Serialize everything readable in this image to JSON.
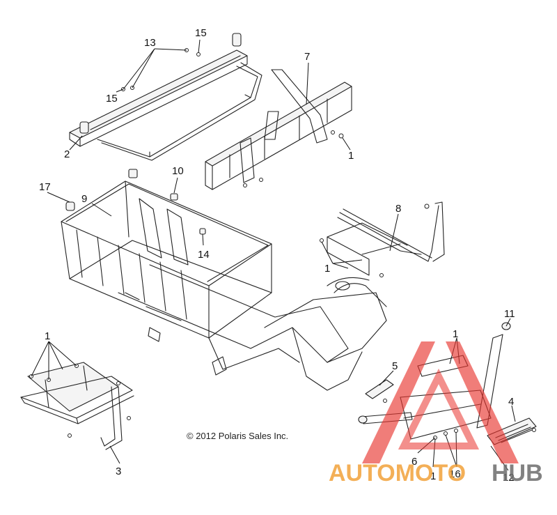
{
  "copyright": "© 2012 Polaris Sales Inc.",
  "callouts": {
    "c1a": "1",
    "c1b": "1",
    "c1c": "1",
    "c1d": "1",
    "c1e": "1",
    "c2": "2",
    "c3": "3",
    "c4": "4",
    "c5": "5",
    "c6": "6",
    "c7": "7",
    "c8": "8",
    "c9": "9",
    "c10": "10",
    "c11": "11",
    "c12": "12",
    "c13": "13",
    "c14": "14",
    "c15a": "15",
    "c15b": "15",
    "c16": "16",
    "c17": "17"
  },
  "watermark": {
    "part1": "AUTOMOTO",
    "part2": "HUB",
    "color_accent": "#e8342e",
    "color_orange": "#f2a23a",
    "color_gray": "#6d6d6d"
  }
}
